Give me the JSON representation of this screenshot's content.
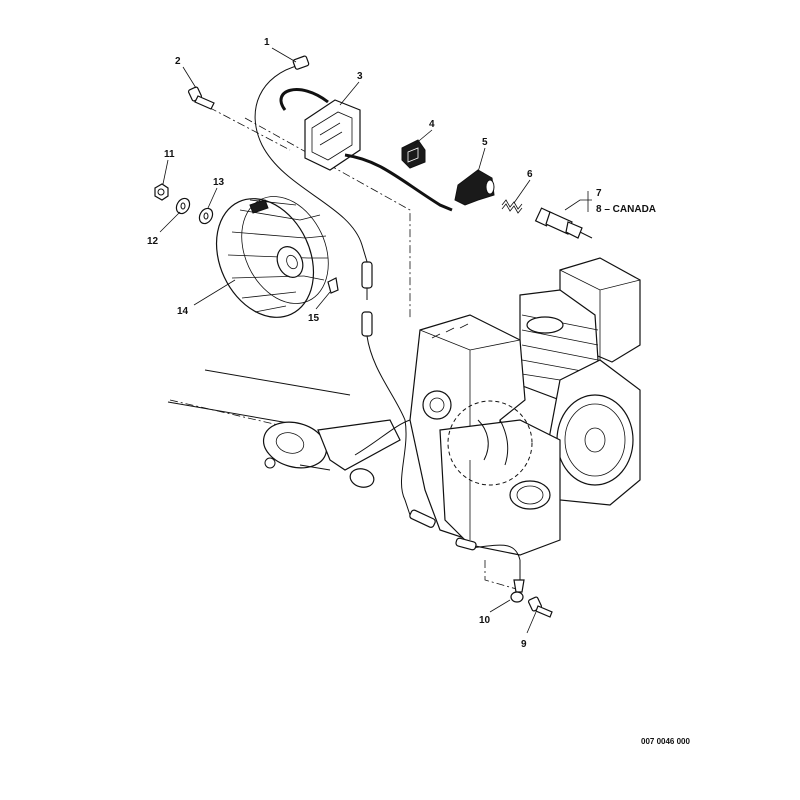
{
  "callouts": [
    {
      "id": "1",
      "label": "1"
    },
    {
      "id": "2",
      "label": "2"
    },
    {
      "id": "3",
      "label": "3"
    },
    {
      "id": "4",
      "label": "4"
    },
    {
      "id": "5",
      "label": "5"
    },
    {
      "id": "6",
      "label": "6"
    },
    {
      "id": "7",
      "label": "7"
    },
    {
      "id": "8",
      "label": "8 – CANADA"
    },
    {
      "id": "9",
      "label": "9"
    },
    {
      "id": "10",
      "label": "10"
    },
    {
      "id": "11",
      "label": "11"
    },
    {
      "id": "12",
      "label": "12"
    },
    {
      "id": "13",
      "label": "13"
    },
    {
      "id": "14",
      "label": "14"
    },
    {
      "id": "15",
      "label": "15"
    }
  ],
  "reference_number": "007 0046 000"
}
